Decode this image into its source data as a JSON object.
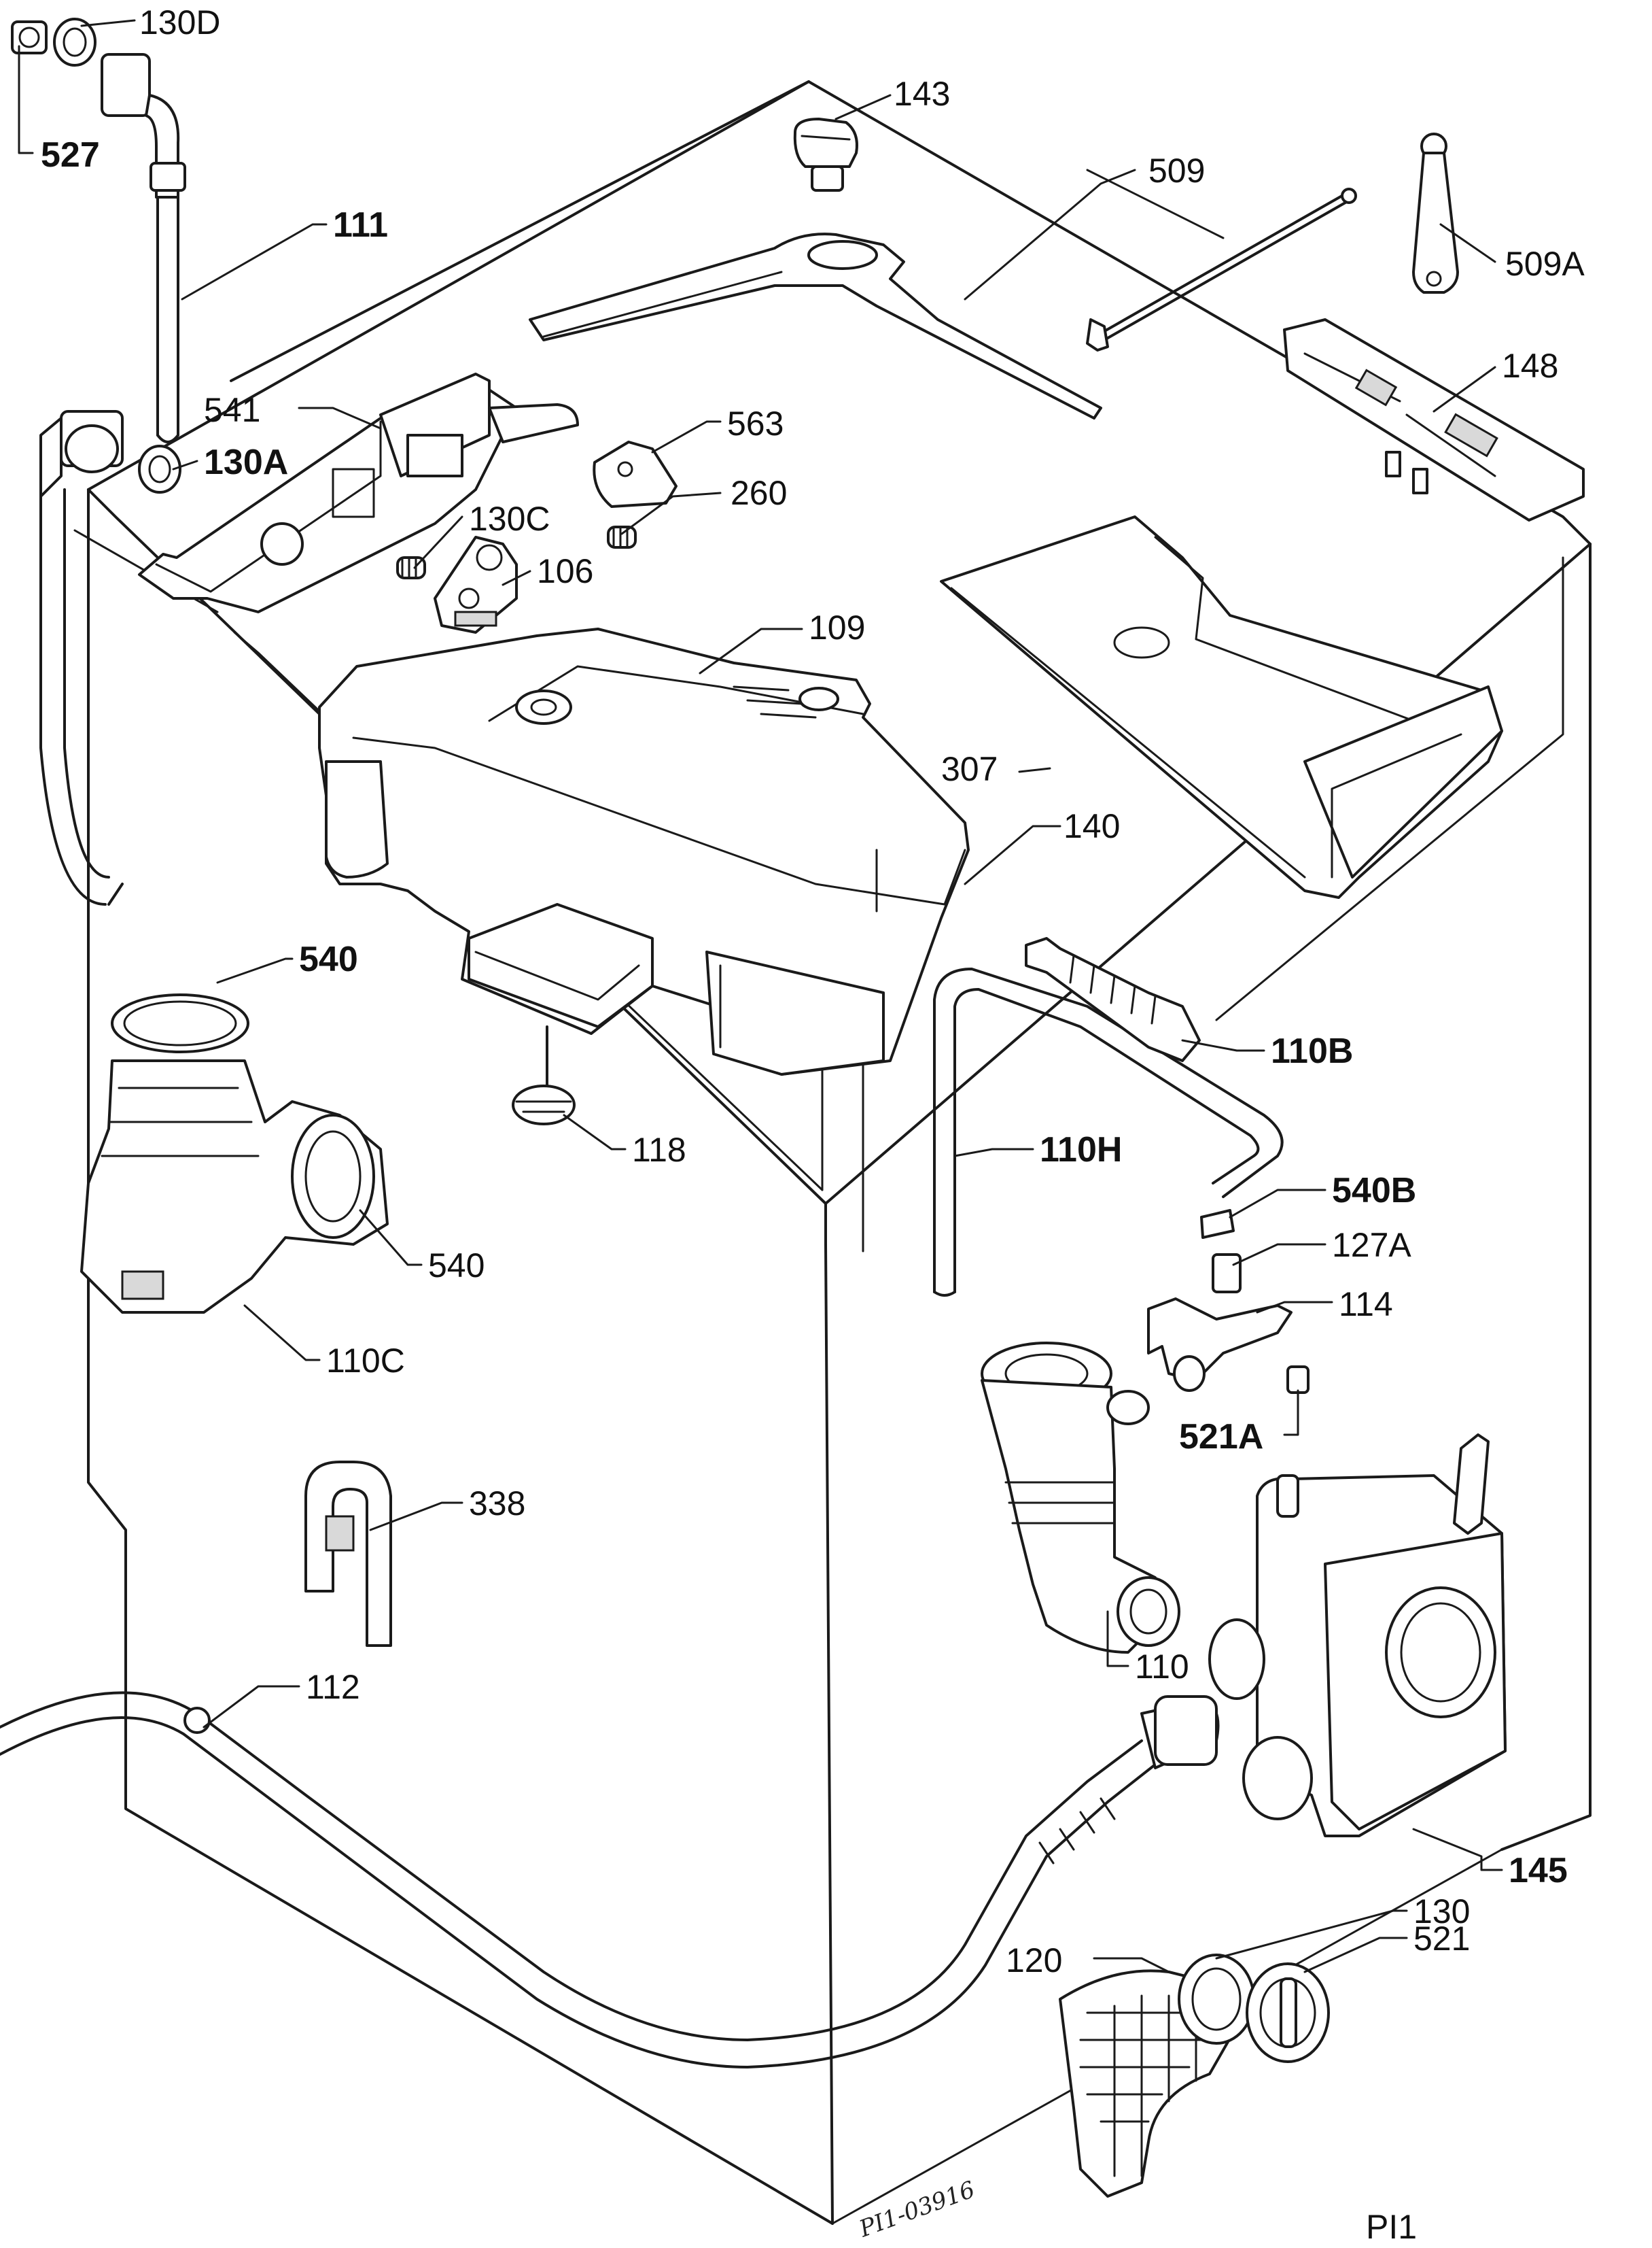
{
  "callouts": {
    "c130d": "130D",
    "c527": "527",
    "c111": "111",
    "c541": "541",
    "c130a": "130A",
    "c143": "143",
    "c509": "509",
    "c509a": "509A",
    "c148": "148",
    "c563": "563",
    "c260": "260",
    "c130c": "130C",
    "c106": "106",
    "c109": "109",
    "c307": "307",
    "c140": "140",
    "c540_top": "540",
    "c540_side": "540",
    "c110c": "110C",
    "c118": "118",
    "c110b": "110B",
    "c110h": "110H",
    "c540b": "540B",
    "c127a": "127A",
    "c114": "114",
    "c521a": "521A",
    "c338": "338",
    "c112": "112",
    "c110": "110",
    "c145": "145",
    "c130": "130",
    "c120": "120",
    "c521": "521"
  },
  "drawing_code": "PI1-03916",
  "page_ref": "PI1"
}
